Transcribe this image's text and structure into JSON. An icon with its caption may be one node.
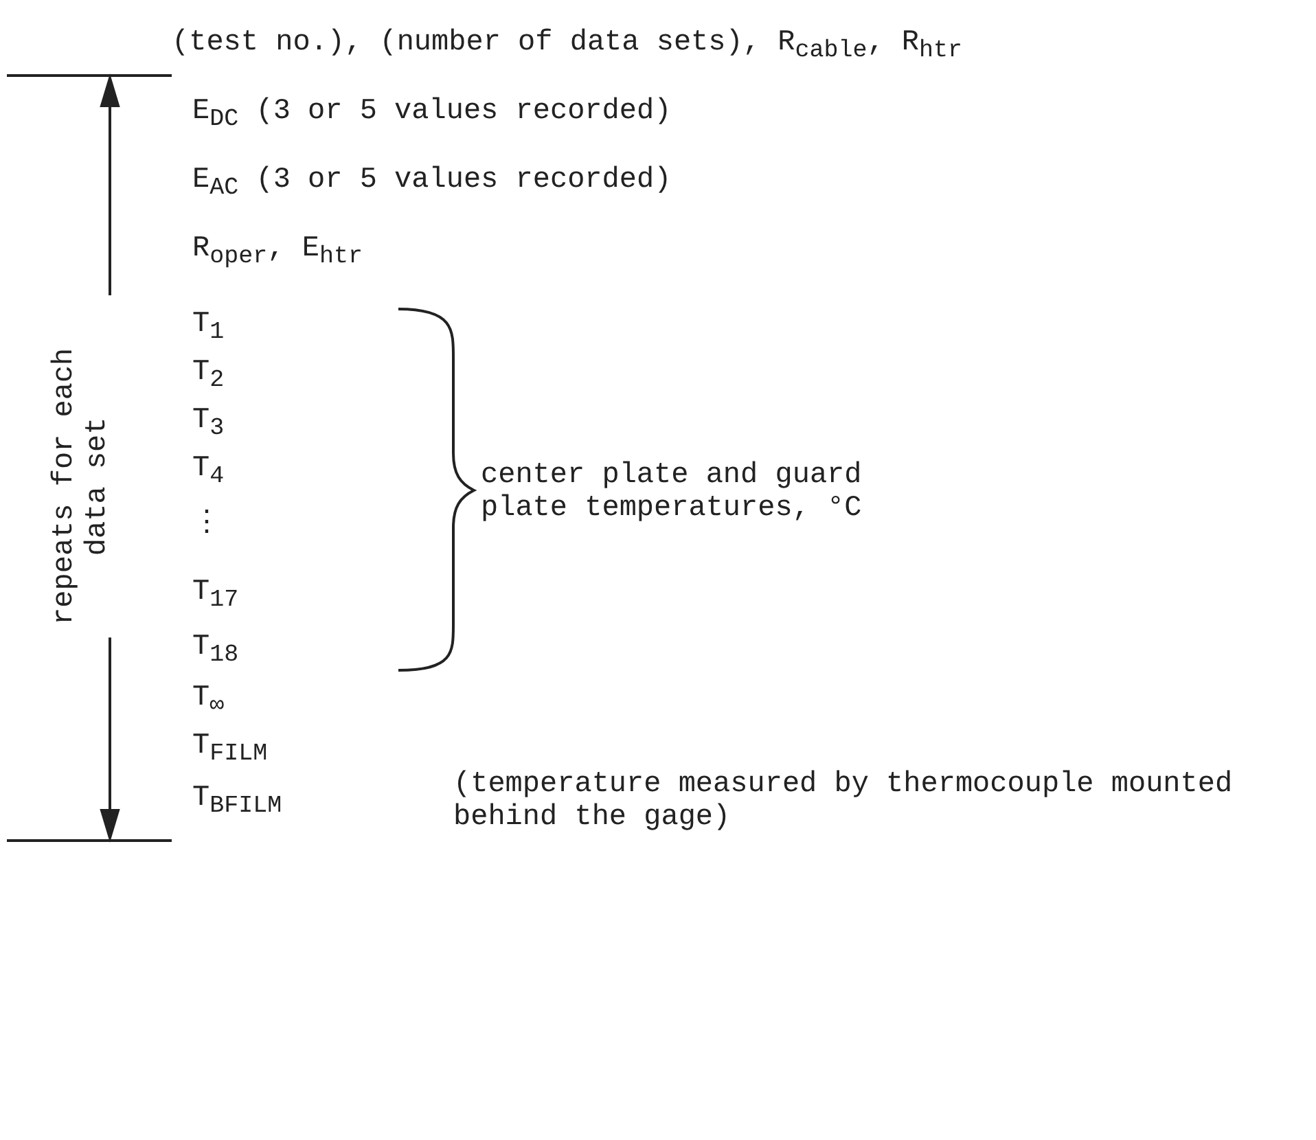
{
  "diagram": {
    "labels": [
      "(test no.), (number of data sets), R$_{cable}$, R$_{htr}$",
      "E$_{DC}$ (3 or 5 values recorded)",
      "E$_{AC}$ (3 or 5 values recorded)",
      "R$_{oper}$, E$_{htr}$",
      "T$_{1}$",
      "T$_{2}$",
      "T$_{3}$",
      "T$_{4}$",
      "⋮",
      "T$_{17}$",
      "T$_{18}$",
      "T$_{∞}$",
      "T$_{FILM}$",
      "T$_{BFILM}$",
      "(temperature measured by thermocouple mounted behind the gage)",
      "center plate and guard plate temperatures, °C",
      "repeats for each data set"
    ]
  }
}
